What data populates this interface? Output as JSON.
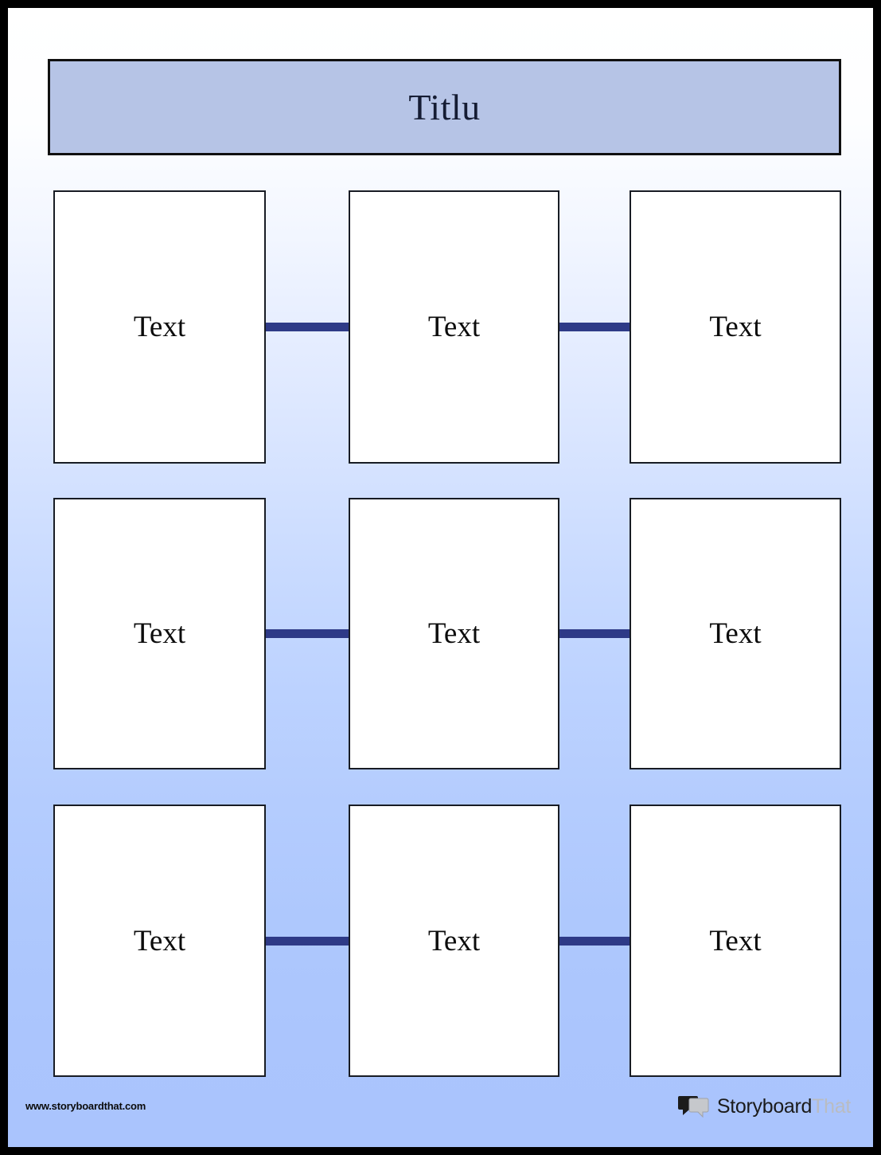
{
  "page": {
    "background_top_color": "#ffffff",
    "background_bottom_color": "#aac4fd",
    "outer_border_color": "#000000"
  },
  "header": {
    "title": "Titlu",
    "bar_fill_color": "#b6c4e6",
    "bar_border_color": "#101010",
    "title_color": "#151c33"
  },
  "diagram": {
    "type": "3x3-grid-flow",
    "connector_color": "#2e3a87",
    "cell_fill_color": "#ffffff",
    "cell_border_color": "#181c24",
    "rows": [
      {
        "cells": [
          {
            "label": "Text"
          },
          {
            "label": "Text"
          },
          {
            "label": "Text"
          }
        ],
        "connectors": [
          "horizontal-bar",
          "horizontal-bar"
        ]
      },
      {
        "cells": [
          {
            "label": "Text"
          },
          {
            "label": "Text"
          },
          {
            "label": "Text"
          }
        ],
        "connectors": [
          "horizontal-bar",
          "horizontal-bar"
        ]
      },
      {
        "cells": [
          {
            "label": "Text"
          },
          {
            "label": "Text"
          },
          {
            "label": "Text"
          }
        ],
        "connectors": [
          "horizontal-bar",
          "horizontal-bar"
        ]
      }
    ]
  },
  "footer": {
    "url": "www.storyboardthat.com",
    "brand_primary": "Storyboard",
    "brand_secondary": "That",
    "brand_primary_color": "#1b1b1b",
    "brand_secondary_color": "#b9bcc2",
    "logo_icon": "speech-bubbles-icon"
  }
}
